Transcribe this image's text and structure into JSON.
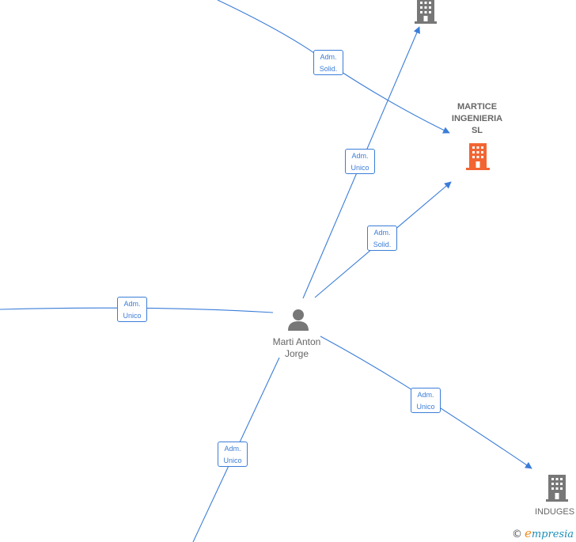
{
  "nodes": {
    "person": {
      "name_line1": "Marti Anton",
      "name_line2": "Jorge",
      "icon": "person-icon"
    },
    "martice": {
      "name_line1": "MARTICE",
      "name_line2": "INGENIERIA",
      "name_line3": "SL",
      "icon": "building-icon",
      "color": "#f26532"
    },
    "induges": {
      "name": "INDUGES",
      "icon": "building-icon",
      "color": "#777777"
    },
    "top_building": {
      "icon": "building-icon",
      "color": "#777777"
    }
  },
  "relations": {
    "top_to_martice": {
      "line1": "Adm.",
      "line2": "Solid."
    },
    "person_to_top": {
      "line1": "Adm.",
      "line2": "Unico"
    },
    "person_to_martice": {
      "line1": "Adm.",
      "line2": "Solid."
    },
    "left_to_person": {
      "line1": "Adm.",
      "line2": "Unico"
    },
    "person_to_induges": {
      "line1": "Adm.",
      "line2": "Unico"
    },
    "bottom_to_person": {
      "line1": "Adm.",
      "line2": "Unico"
    }
  },
  "colors": {
    "edge": "#3b7dd8",
    "accent": "#f26532",
    "neutral": "#777777"
  },
  "footer": {
    "copyright": "©",
    "brand_initial": "e",
    "brand_rest": "mpresia"
  }
}
